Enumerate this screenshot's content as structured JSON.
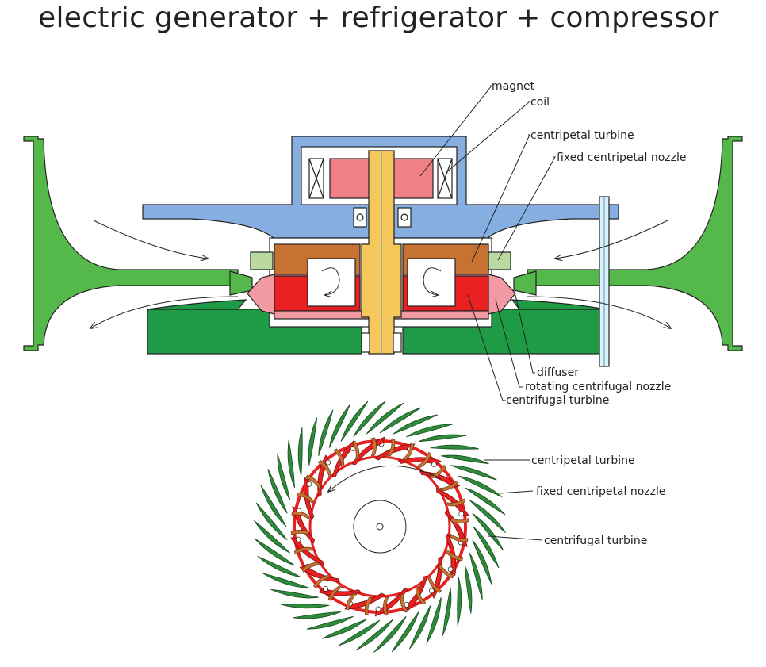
{
  "title": "electric generator + refrigerator + compressor",
  "labels": {
    "magnet": "magnet",
    "coil": "coil",
    "centripetal_turbine": "centripetal turbine",
    "fixed_centripetal_nozzle": "fixed centripetal nozzle",
    "diffuser": "diffuser",
    "rotating_centrifugal_nozzle": "rotating centrifugal nozzle",
    "centrifugal_turbine": "centrifugal turbine"
  },
  "ring_labels": {
    "centripetal_turbine": "centripetal turbine",
    "fixed_centripetal_nozzle": "fixed centripetal nozzle",
    "centrifugal_turbine": "centrifugal turbine"
  },
  "colors": {
    "housing_green": "#55b84a",
    "base_green": "#1f9b45",
    "housing_blue": "#86aee0",
    "magnet_red": "#f07f86",
    "turbine_red": "#e8201f",
    "turbine_pink": "#f29aa2",
    "turbine_brown": "#c77232",
    "shaft_yellow": "#f6c85b",
    "ring_green": "#2f8a3a"
  }
}
